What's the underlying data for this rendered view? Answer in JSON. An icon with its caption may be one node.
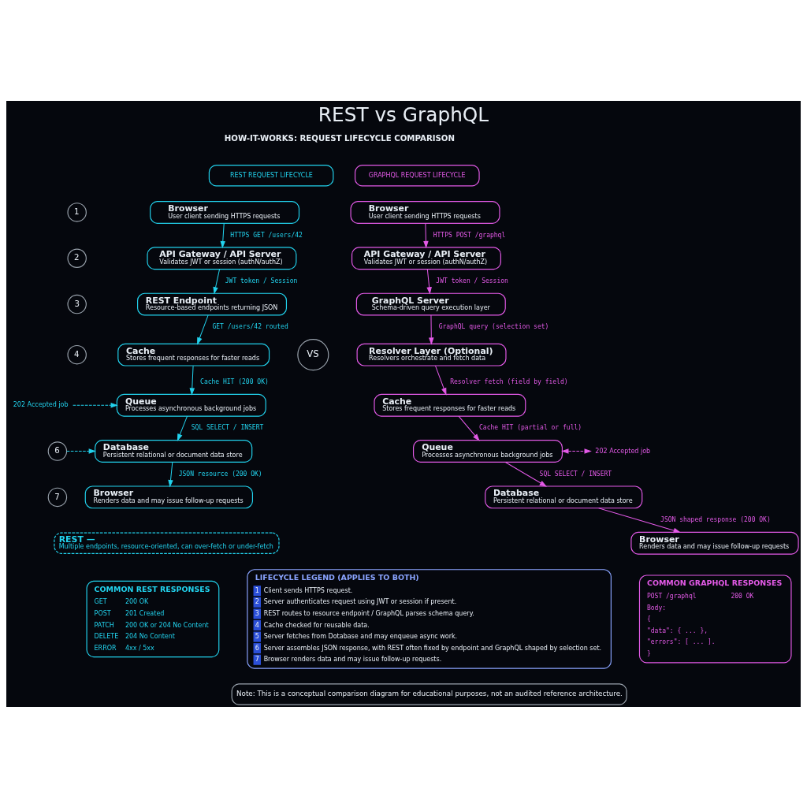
{
  "diagram": {
    "title": "REST vs GraphQL",
    "nodes": [
      {
        "text": [
          "REST REQUEST LIFECYCLE"
        ]
      },
      {
        "text": [
          "GRAPHQL REQUEST LIFECYCLE"
        ]
      },
      {
        "text": [
          "Browser",
          "User client sending HTTPS requests"
        ]
      },
      {
        "text": [
          "API Gateway / API Server",
          "Validates JWT or session (authN/authZ)"
        ]
      },
      {
        "text": [
          "REST Endpoint",
          "Resource-based endpoints returning JSON"
        ]
      },
      {
        "text": [
          "Cache",
          "Stores frequent responses for faster reads"
        ]
      },
      {
        "text": [
          "Queue",
          "Processes asynchronous background jobs"
        ]
      },
      {
        "text": [
          "Database",
          "Persistent relational or document data store"
        ]
      },
      {
        "text": [
          "Browser",
          "Renders data and may issue follow-up requests"
        ]
      },
      {
        "text": [
          "Browser",
          "User client sending HTTPS requests"
        ]
      },
      {
        "text": [
          "API Gateway / API Server",
          "Validates JWT or session (authN/authZ)"
        ]
      },
      {
        "text": [
          "GraphQL Server",
          "Schema-driven query execution layer"
        ]
      },
      {
        "text": [
          "Resolver Layer (Optional)",
          "Resolvers orchestrate and fetch data"
        ]
      },
      {
        "text": [
          "Cache",
          "Stores frequent responses for faster reads"
        ]
      },
      {
        "text": [
          "Queue",
          "Processes asynchronous background jobs"
        ]
      },
      {
        "text": [
          "Database",
          "Persistent relational or document data store"
        ]
      },
      {
        "text": [
          "Browser",
          "Renders data and may issue follow-up requests"
        ]
      },
      {
        "text": [
          "VS"
        ]
      },
      {
        "text": [
          "1"
        ]
      },
      {
        "text": [
          "2"
        ]
      },
      {
        "text": [
          "3"
        ]
      },
      {
        "text": [
          "4"
        ]
      },
      {
        "text": [
          "6"
        ]
      },
      {
        "text": [
          "7"
        ]
      },
      {
        "text": [
          "202 Accepted job"
        ]
      },
      {
        "text": [
          "202 Accepted job"
        ]
      },
      {
        "text": [
          "REST —",
          "Multiple endpoints, resource-oriented, can over-fetch or under-fetch"
        ]
      },
      {
        "text": [
          "COMMON REST RESPONSES",
          "GET",
          "200 OK",
          "POST",
          "201 Created",
          "PATCH",
          "200 OK or 204 No Content",
          "DELETE",
          "204 No Content",
          "ERROR",
          "4xx / 5xx"
        ]
      },
      {
        "text": [
          "LIFECYCLE LEGEND (APPLIES TO BOTH)",
          "1",
          "Client sends HTTPS request.",
          "2",
          "Server authenticates request using JWT or session if present.",
          "3",
          "REST routes to resource endpoint / GraphQL parses schema query.",
          "4",
          "Cache checked for reusable data.",
          "5",
          "Server fetches from Dotabase and may enqueue async work.",
          "6",
          "Server assembles JSON response, with REST often fixed by endpoint and GraphQL shaped by selection set.",
          "7",
          "Browser renders data and may issue follow-up requests."
        ]
      },
      {
        "text": [
          "COMMON GRAPHQL RESPONSES",
          "POST /graphql",
          "200 OK",
          "Body:",
          "{",
          "\"data\": { ... },",
          "\"errors\": [ ... ].",
          "}"
        ]
      },
      {
        "text": [
          "Note: This is a conceptual comparison diagram for educational purposes, not an audited reference architecture."
        ]
      }
    ],
    "edges": [
      {
        "from": 2,
        "to": 3,
        "arrow": "to",
        "label": "HTTPS GET /users/42",
        "color": "#22d3ee"
      },
      {
        "from": 3,
        "to": 4,
        "arrow": "to",
        "label": "JWT token / Session",
        "color": "#22d3ee"
      },
      {
        "from": 4,
        "to": 5,
        "arrow": "to",
        "label": "GET /users/42 routed",
        "color": "#22d3ee"
      },
      {
        "from": 5,
        "to": 6,
        "arrow": "to",
        "label": "Cache HIT (200 OK)",
        "color": "#22d3ee"
      },
      {
        "from": 6,
        "to": 7,
        "arrow": "to",
        "label": "SQL SELECT / INSERT",
        "color": "#22d3ee"
      },
      {
        "from": 7,
        "to": 8,
        "arrow": "to",
        "label": "JSON resource (200 OK)",
        "color": "#22d3ee"
      },
      {
        "from": 9,
        "to": 10,
        "arrow": "to",
        "label": "HTTPS POST /graphql",
        "color": "#e45ae8"
      },
      {
        "from": 10,
        "to": 11,
        "arrow": "to",
        "label": "JWT token / Session",
        "color": "#e45ae8"
      },
      {
        "from": 11,
        "to": 12,
        "arrow": "to",
        "label": "GraphQL query (selection set)",
        "color": "#e45ae8"
      },
      {
        "from": 12,
        "to": 13,
        "arrow": "to",
        "label": "Resolver fetch (field by field)",
        "color": "#e45ae8"
      },
      {
        "from": 13,
        "to": 14,
        "arrow": "to",
        "label": "Cache HIT (partial or full)",
        "color": "#e45ae8"
      },
      {
        "from": 14,
        "to": 15,
        "arrow": "to",
        "label": "SQL SELECT / INSERT",
        "color": "#e45ae8"
      },
      {
        "from": 15,
        "to": 16,
        "arrow": "to",
        "label": "JSON shaped response (200 OK)",
        "color": "#e45ae8"
      },
      {
        "from": 24,
        "to": 6,
        "arrow": "to",
        "style": "dashed",
        "color": "#22d3ee"
      },
      {
        "from": 22,
        "to": 7,
        "arrow": "to",
        "style": "dashed",
        "color": "#22d3ee"
      },
      {
        "from": 14,
        "to": 25,
        "arrow": "both",
        "style": "dashed",
        "color": "#e45ae8"
      }
    ],
    "labels": [
      "HOW-IT-WORKS: REQUEST LIFECYCLE COMPARISON"
    ]
  }
}
